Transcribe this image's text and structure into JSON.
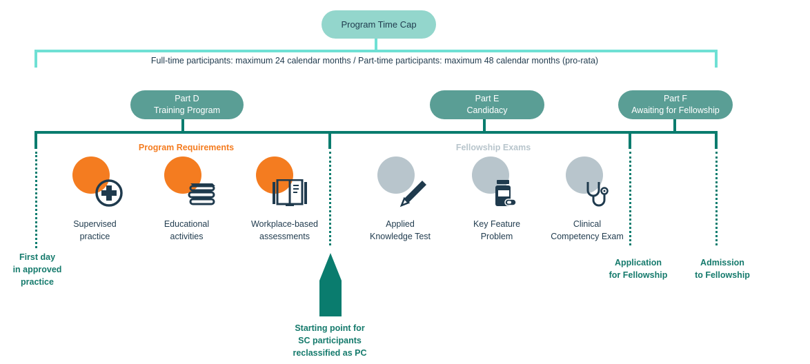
{
  "top": {
    "title": "Program Time Cap",
    "subtitle": "Full-time participants: maximum 24 calendar months / Part-time participants: maximum 48 calendar months (pro-rata)"
  },
  "parts": [
    {
      "line1": "Part D",
      "line2": "Training Program"
    },
    {
      "line1": "Part E",
      "line2": "Candidacy"
    },
    {
      "line1": "Part F",
      "line2": "Awaiting for Fellowship"
    }
  ],
  "groups": {
    "requirements": {
      "title": "Program Requirements",
      "color": "#f47c20",
      "items": [
        {
          "line1": "Supervised",
          "line2": "practice",
          "icon": "medical-cross-icon"
        },
        {
          "line1": "Educational",
          "line2": "activities",
          "icon": "books-icon"
        },
        {
          "line1": "Workplace-based",
          "line2": "assessments",
          "icon": "open-book-icon"
        }
      ]
    },
    "exams": {
      "title": "Fellowship Exams",
      "color": "#b8c5cc",
      "items": [
        {
          "line1": "Applied",
          "line2": "Knowledge Test",
          "icon": "pencil-icon"
        },
        {
          "line1": "Key Feature",
          "line2": "Problem",
          "icon": "medicine-bottle-icon"
        },
        {
          "line1": "Clinical",
          "line2": "Competency Exam",
          "icon": "stethoscope-icon"
        }
      ]
    }
  },
  "milestones": {
    "first_day": {
      "line1": "First day",
      "line2": "in approved",
      "line3": "practice"
    },
    "starting_point": {
      "line1": "Starting point for",
      "line2": "SC participants",
      "line3": "reclassified as PC"
    },
    "application": {
      "line1": "Application",
      "line2": "for Fellowship"
    },
    "admission": {
      "line1": "Admission",
      "line2": "to Fellowship"
    }
  },
  "colors": {
    "cap_line": "#6fe0d4",
    "timeline": "#0a7c6e",
    "part_pill": "#5a9e95",
    "cap_pill": "#93d6cc",
    "accent_orange": "#f47c20",
    "navy": "#1f3a4d"
  }
}
